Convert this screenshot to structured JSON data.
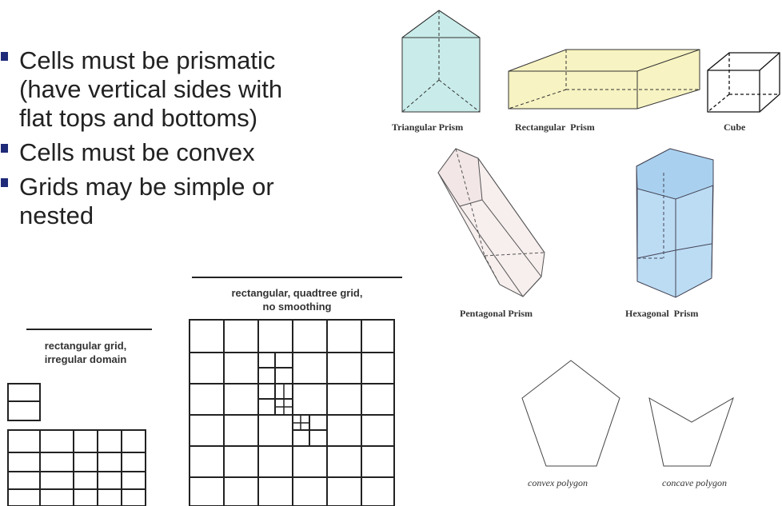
{
  "bullets": [
    {
      "text": "Cells must be prismatic\n(have vertical sides with\nflat tops and bottoms)"
    },
    {
      "text": "Cells must be convex"
    },
    {
      "text": "Grids may be simple or\nnested"
    }
  ],
  "shapes": {
    "triangular_prism": "Triangular Prism",
    "rectangular_prism": "Rectangular  Prism",
    "cube": "Cube",
    "pentagonal_prism": "Pentagonal Prism",
    "hexagonal_prism": "Hexagonal  Prism",
    "convex_polygon": "convex polygon",
    "concave_polygon": "concave polygon"
  },
  "grids": {
    "irregular_label": "rectangular grid,\nirregular domain",
    "quadtree_label": "rectangular, quadtree grid,\nno smoothing"
  },
  "colors": {
    "bullet_marker": "#1f2a78",
    "triangular_prism_fill": "#c9ecea",
    "rectangular_prism_fill": "#f7f3c2",
    "pentagonal_prism_fill": "#f7eeee",
    "hexagonal_prism_fill": "#bcdcf4"
  }
}
